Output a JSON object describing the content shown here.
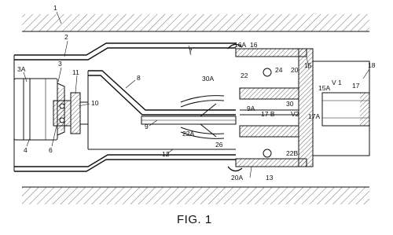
{
  "figure": {
    "caption": "FIG. 1",
    "labels": {
      "l1": "1",
      "l2": "2",
      "l3": "3",
      "l3A": "3A",
      "l4": "4",
      "l6": "6",
      "l7": "7",
      "l8": "8",
      "l9": "9",
      "l9A": "9A",
      "l10": "10",
      "l11": "11",
      "l12": "12",
      "l13": "13",
      "l15": "15",
      "l15A": "15A",
      "l16": "16",
      "l16A": "16A",
      "l17": "17",
      "l17A": "17A",
      "l17B": "17 B",
      "l18": "18",
      "l20": "20",
      "l20A": "20A",
      "l22": "22",
      "l22A": "22A",
      "l22B": "22B",
      "l24": "24",
      "l26": "26",
      "l30": "30",
      "l30A": "30A",
      "lV1": "V 1",
      "lV2": "V2"
    }
  }
}
